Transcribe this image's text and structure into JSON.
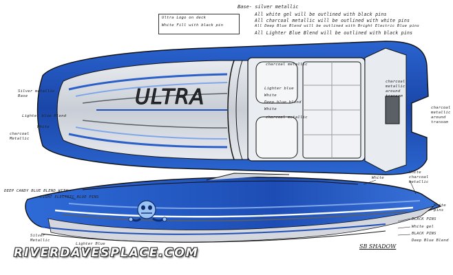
{
  "spec": {
    "title": "Base- silver metallic",
    "lines": [
      "All white gel will be outlined with black pins",
      "All charcoal metallic will be outlined with white pins",
      "All Deep Blue Blend will be outlined with Bright Electric Blue pins",
      "All Lighter Blue Blend will be outlined with black pins"
    ]
  },
  "logo_note": {
    "line1": "Ultra Logo on deck",
    "line2": "White Fill with black pin"
  },
  "logo_text": "ULTRA",
  "top_labels": {
    "charcoal_1": "charcoal metallic",
    "lighter_blue": "Lighter blue",
    "white_1": "White",
    "deep_blue": "Deep blue blend",
    "white_2": "White",
    "charcoal_2": "charcoal metallic",
    "silver_base": "Silver metallic Base",
    "lighter_blue_blend": "Lighter blue Blend",
    "white_left": "White",
    "charcoal_left": "charcoal Metallic",
    "charcoal_right": "charcoal metallic around transom",
    "charcoal_far": "charcoal metallic around transom"
  },
  "side_labels": {
    "deep_candy": "DEEP CANDY BLUE BLEND WITH",
    "electric": "LIGHT ELECTRIC BLUE PINS",
    "white_top": "White",
    "white_charcoal": "White charcoal metallic",
    "white_nose": "White pins",
    "black_pins": "BLACK PINS",
    "white_gel": "White gel",
    "black_pins_2": "BLACK PINS",
    "deep_blue": "Deep Blue Blend",
    "silver": "Silver Metallic",
    "lighter_blue": "Lighter Blue Blend"
  },
  "signature": "SB SHADOW",
  "watermark": "RIVERDAVESPLACE.COM",
  "colors": {
    "deep_blue": "#1f4fb5",
    "light_blue": "#5c8fe0",
    "silver": "#d4d8de",
    "charcoal": "#5b5f66",
    "white": "#ffffff",
    "outline": "#111111"
  }
}
